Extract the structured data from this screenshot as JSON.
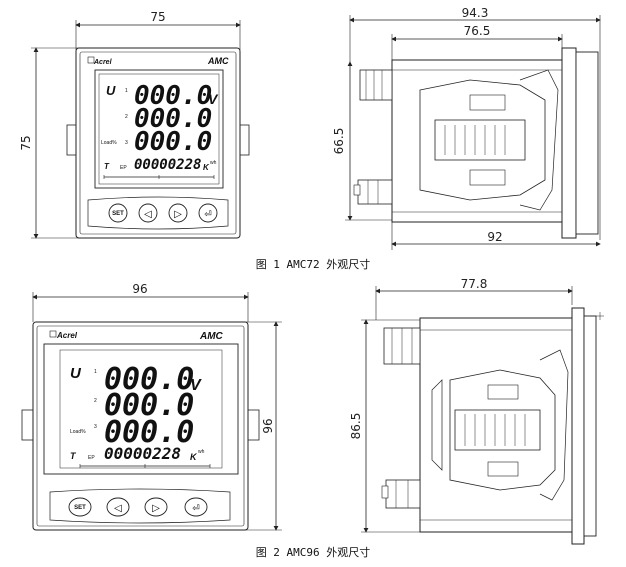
{
  "fig1": {
    "caption": "图 1  AMC72 外观尺寸",
    "front": {
      "width_label": "75",
      "height_label": "75",
      "brand": "Acrel",
      "model": "AMC",
      "row_letter": "U",
      "unit": "V",
      "values": [
        "000.0",
        "000.0",
        "000.0"
      ],
      "row_indices": [
        "1",
        "2",
        "3"
      ],
      "load_label": "Load%",
      "total_letter": "T",
      "total_sub": "EP",
      "total_value": "00000228",
      "total_unit": "K",
      "total_unit_sub": "wh",
      "buttons": [
        "SET",
        "◁",
        "▷",
        "⏎"
      ]
    },
    "side": {
      "depth_total": "94.3",
      "depth_body": "76.5",
      "height": "66.5",
      "bottom_width": "92"
    }
  },
  "fig2": {
    "caption": "图 2  AMC96 外观尺寸",
    "front": {
      "width_label": "96",
      "height_label": "96",
      "brand": "Acrel",
      "model": "AMC",
      "row_letter": "U",
      "unit": "V",
      "values": [
        "000.0",
        "000.0",
        "000.0"
      ],
      "row_indices": [
        "1",
        "2",
        "3"
      ],
      "load_label": "Load%",
      "total_letter": "T",
      "total_sub": "EP",
      "total_value": "00000228",
      "total_unit": "K",
      "total_unit_sub": "wh",
      "buttons": [
        "SET",
        "◁",
        "▷",
        "⏎"
      ]
    },
    "side": {
      "depth_body": "77.8",
      "height": "86.5"
    }
  }
}
